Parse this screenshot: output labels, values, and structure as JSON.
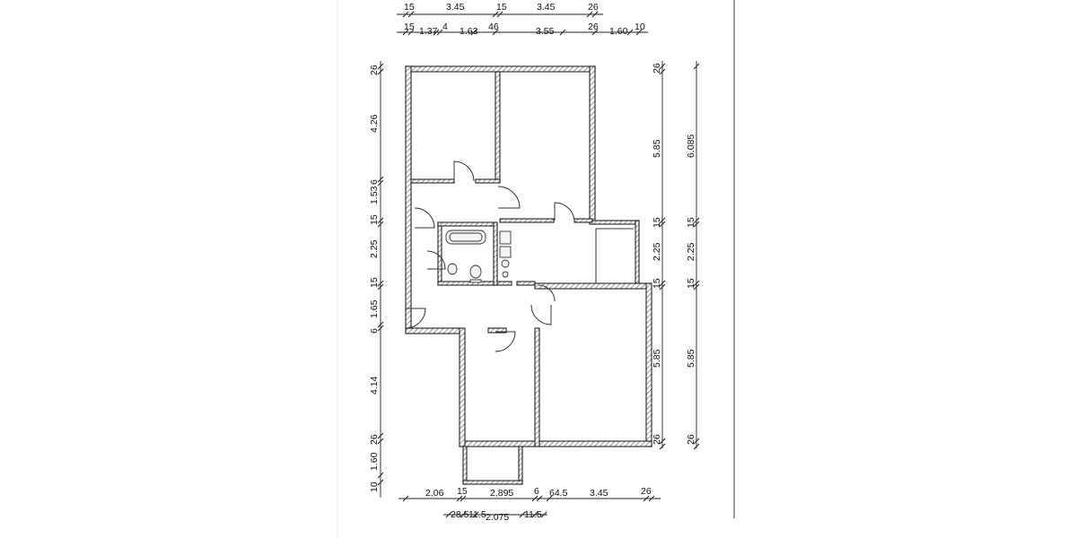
{
  "dimensions": {
    "top_row_1": [
      "15",
      "3.45",
      "15",
      "3.45",
      "26"
    ],
    "top_row_2": [
      "15",
      "1.37",
      "4",
      "1.63",
      "46",
      "3.55",
      "26",
      "1.60",
      "10"
    ],
    "left_col": [
      "26",
      "4.26",
      "6",
      "1.53",
      "15",
      "2.25",
      "15",
      "1.65",
      "6",
      "4.14",
      "26",
      "1.60",
      "10"
    ],
    "right_col_1": [
      "26",
      "5.85",
      "15",
      "2.25",
      "15",
      "5.85",
      "26"
    ],
    "right_col_2": [
      "6.085",
      "15",
      "2.25",
      "15",
      "5.85",
      "26"
    ],
    "bottom_row_1": [
      "2.06",
      "15",
      "2.895",
      "6",
      "64.5",
      "3.45",
      "26"
    ],
    "bottom_row_2": [
      "28.5",
      "11.5",
      "2.075",
      "11.5"
    ]
  },
  "colors": {
    "line": "#222222",
    "hatch": "#555555",
    "background": "#ffffff",
    "page_border": "#999999"
  }
}
